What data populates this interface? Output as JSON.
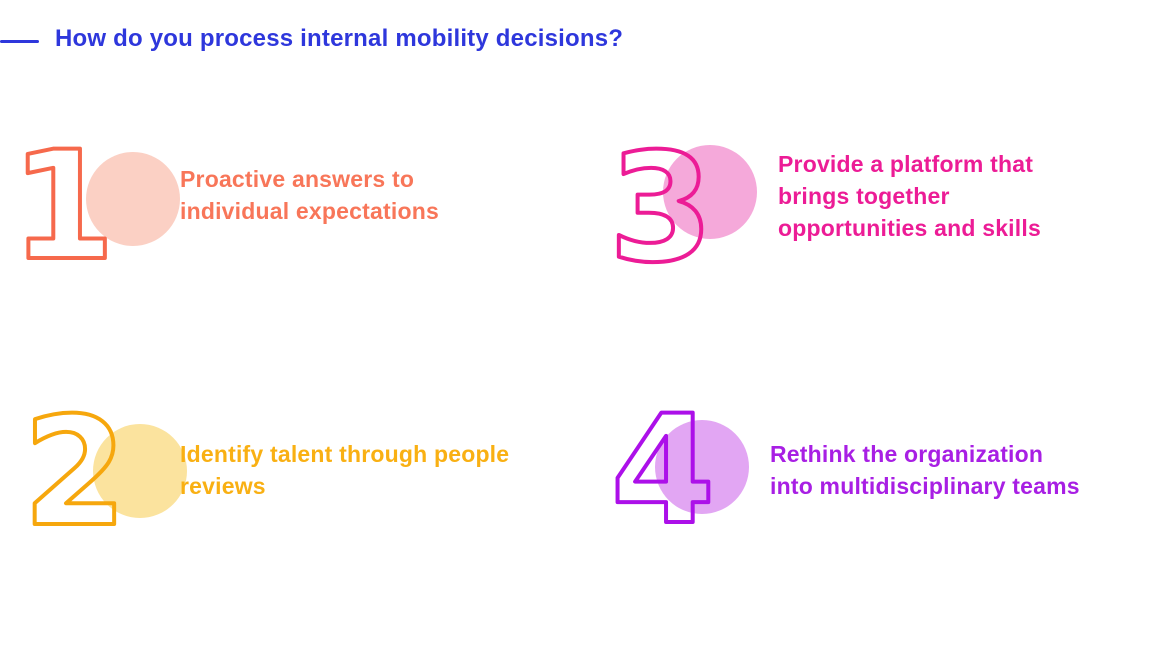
{
  "slide": {
    "title": "How do you process internal mobility decisions?",
    "title_color": "#2E37DC"
  },
  "items": [
    {
      "number": "1",
      "label": "Proactive answers to\nindividual expectations",
      "outline_color": "#F6694C",
      "text_color": "#F87659",
      "circle_color": "#FBD0C4",
      "number_fill": "#FFFFFF"
    },
    {
      "number": "2",
      "label": "Identify talent through people\nreviews",
      "outline_color": "#F6A70D",
      "text_color": "#F9B013",
      "circle_color": "#FBE39E",
      "number_fill": "none"
    },
    {
      "number": "3",
      "label": "Provide a platform that\nbrings together\nopportunities and skills",
      "outline_color": "#EC1C96",
      "text_color": "#EC1C96",
      "circle_color": "#F5A9DA",
      "number_fill": "none"
    },
    {
      "number": "4",
      "label": "Rethink the organization\ninto multidisciplinary teams",
      "outline_color": "#AC10E9",
      "text_color": "#A81FE4",
      "circle_color": "#E2A6F3",
      "number_fill": "none"
    }
  ]
}
